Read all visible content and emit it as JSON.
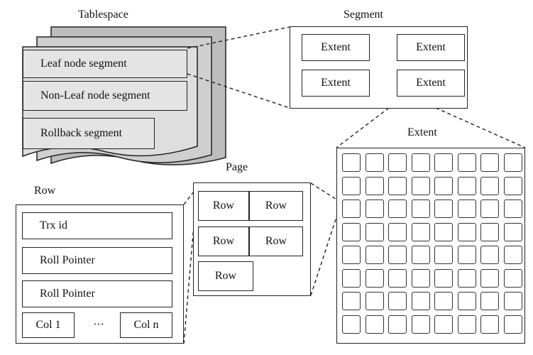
{
  "tablespace": {
    "title": "Tablespace",
    "segments": [
      "Leaf node segment",
      "Non-Leaf node segment",
      "Rollback segment"
    ]
  },
  "segment": {
    "title": "Segment",
    "extents": [
      "Extent",
      "Extent",
      "Extent",
      "Extent"
    ]
  },
  "extent": {
    "title": "Extent",
    "grid_rows": 8,
    "grid_cols": 8
  },
  "page": {
    "title": "Page",
    "rows": [
      "Row",
      "Row",
      "Row",
      "Row",
      "Row"
    ]
  },
  "row": {
    "title": "Row",
    "fields": [
      "Trx id",
      "Roll Pointer",
      "Roll Pointer"
    ],
    "col_first": "Col 1",
    "ellipsis": "···",
    "col_last": "Col n"
  }
}
